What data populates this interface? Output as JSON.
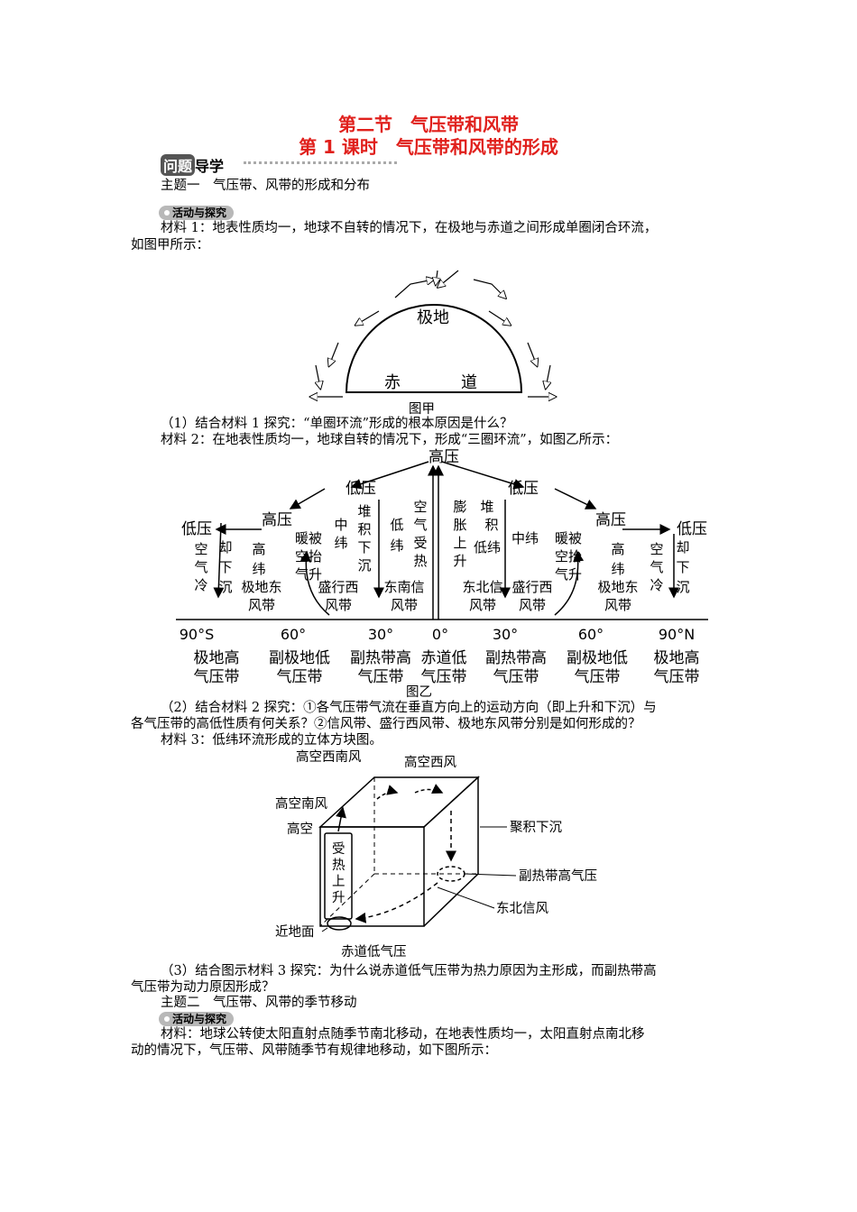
{
  "header": {
    "section_title": "第二节　气压带和风带",
    "lesson_title": "第 1 课时　气压带和风带的形成",
    "guide_label_a": "问题",
    "guide_label_b": "导学"
  },
  "topic1": {
    "heading": "主题一　气压带、风带的形成和分布",
    "activity_label": "活动与探究",
    "material1_line1": "材料 1：地表性质均一，地球不自转的情况下，在极地与赤道之间形成单圈闭合环流，",
    "material1_line2": "如图甲所示：",
    "fig_jia": {
      "label_pole": "极地",
      "label_eq_a": "赤",
      "label_eq_b": "道",
      "caption": "图甲"
    },
    "question1": "（1）结合材料 1 探究：“单圈环流”形成的根本原因是什么？",
    "material2": "材料 2：在地表性质均一，地球自转的情况下，形成“三圈环流”，如图乙所示：",
    "fig_yi": {
      "top_high": "高压",
      "low_left": "低压",
      "low_right": "低压",
      "high_left": "高压",
      "high_right": "高压",
      "polar_low_left": "低压",
      "polar_low_right": "低压",
      "c_air_cold": "空气冷",
      "c_sink": "却下沉",
      "c_high_lat": "高纬",
      "c_polar_east": "极地东",
      "c_wind": "风带",
      "c_warm": "暖被",
      "c_lift": "空抬",
      "c_rise": "气升",
      "c_mid_lat": "中纬",
      "c_pile": "堆积下沉",
      "c_westerly": "盛行西",
      "c_low_lat": "低纬",
      "c_se_trade": "东南信",
      "c_ne_trade": "东北信",
      "c_heat_rise": "空气受热",
      "c_expand": "膨胀上升",
      "lat_90s": "90°S",
      "lat_60a": "60°",
      "lat_30a": "30°",
      "lat_0": "0°",
      "lat_30b": "30°",
      "lat_60b": "60°",
      "lat_90n": "90°N",
      "belts": [
        [
          "极地高",
          "气压带"
        ],
        [
          "副极地低",
          "气压带"
        ],
        [
          "副热带高",
          "气压带"
        ],
        [
          "赤道低",
          "气压带"
        ],
        [
          "副热带高",
          "气压带"
        ],
        [
          "副极地低",
          "气压带"
        ],
        [
          "极地高",
          "气压带"
        ]
      ],
      "caption": "图乙"
    },
    "question2_line1": "（2）结合材料 2 探究：①各气压带气流在垂直方向上的运动方向（即上升和下沉）与",
    "question2_line2": "各气压带的高低性质有何关系？②信风带、盛行西风带、极地东风带分别是如何形成的？",
    "material3": "材料 3：低纬环流形成的立体方块图。",
    "fig_cube": {
      "upper_sw": "高空西南风",
      "upper_w": "高空西风",
      "upper_s": "高空南风",
      "upper": "高空",
      "heated_rise": [
        "受",
        "热",
        "上",
        "升"
      ],
      "converge_sink": "聚积下沉",
      "subtropical_high": "副热带高气压",
      "ne_trade": "东北信风",
      "surface": "近地面",
      "equatorial_low": "赤道低气压"
    },
    "question3_line1": "（3）结合图示材料 3 探究：为什么说赤道低气压带为热力原因为主形成，而副热带高",
    "question3_line2": "气压带为动力原因形成？"
  },
  "topic2": {
    "heading": "主题二　气压带、风带的季节移动",
    "activity_label": "活动与探究",
    "material_line1": "材料：地球公转使太阳直射点随季节南北移动，在地表性质均一，太阳直射点南北移",
    "material_line2": "动的情况下，气压带、风带随季节有规律地移动，如下图所示："
  }
}
